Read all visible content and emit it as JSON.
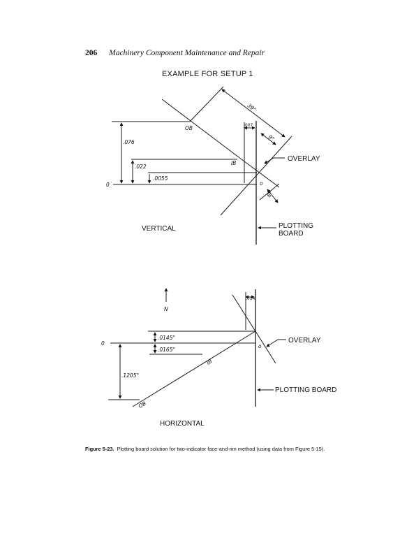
{
  "header": {
    "page_number": "206",
    "running_title": "Machinery Component Maintenance and Repair"
  },
  "figure": {
    "title": "EXAMPLE FOR SETUP 1",
    "vertical": {
      "label": "VERTICAL",
      "dim_076": ".076",
      "dim_022": ".022",
      "dim_0055": ".0055",
      "dim_007": ".007",
      "origin": "0",
      "ob": "OB",
      "ib": "IB",
      "overlay": "OVERLAY",
      "plotting_board_line1": "PLOTTING",
      "plotting_board_line2": "BOARD",
      "dim_39": "39\"",
      "dim_9": "9\"",
      "dim_8": "8\"",
      "o_mark": "o"
    },
    "horizontal": {
      "label": "HORIZONTAL",
      "north": "N",
      "dim_0145": ".0145\"",
      "dim_0165": ".0165\"",
      "dim_1205": ".1205\"",
      "dim_014": ".014",
      "origin": "0",
      "ob": "OB",
      "ib": "IB",
      "overlay": "OVERLAY",
      "plotting_board": "PLOTTING BOARD",
      "o_mark": "o"
    }
  },
  "caption": {
    "number": "Figure 5-23.",
    "text": "Plotting board solution for two-indicator face-and-rim method (using data from Figure 5-15)."
  }
}
